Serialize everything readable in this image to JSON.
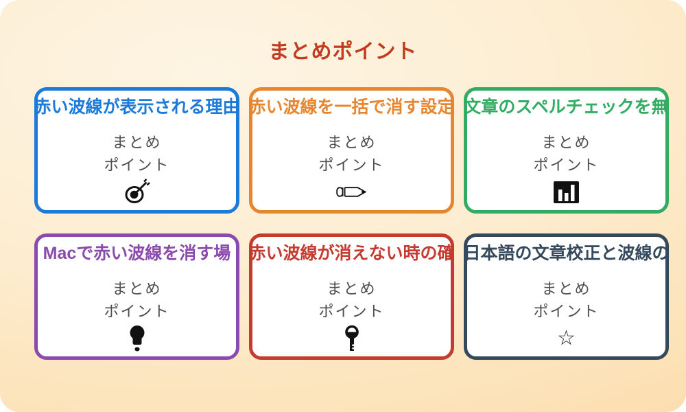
{
  "page": {
    "title": "まとめポイント",
    "title_color": "#c23a20",
    "background_center": "#fdf4e3",
    "background_edge": "#fcdcaa",
    "outer_background": "#ffffff",
    "icon_color": "#111111"
  },
  "card_subtitle": {
    "line1": "まとめ",
    "line2": "ポイント",
    "text_color": "#4e4e4e"
  },
  "star_glyph": "☆",
  "cards": [
    {
      "title": "赤い波線が表示される理由",
      "accent": "#1c7ad9",
      "icon": "dart-target-icon"
    },
    {
      "title": "赤い波線を一括で消す設定",
      "accent": "#e8862f",
      "icon": "pencil-icon"
    },
    {
      "title": "文章のスペルチェックを無",
      "accent": "#31ac62",
      "icon": "bar-chart-icon"
    },
    {
      "title": "Macで赤い波線を消す場",
      "accent": "#8b4bad",
      "icon": "lightbulb-icon"
    },
    {
      "title": "赤い波線が消えない時の確",
      "accent": "#c43b30",
      "icon": "key-icon"
    },
    {
      "title": "日本語の文章校正と波線の",
      "accent": "#35495c",
      "icon": "star-icon"
    }
  ]
}
